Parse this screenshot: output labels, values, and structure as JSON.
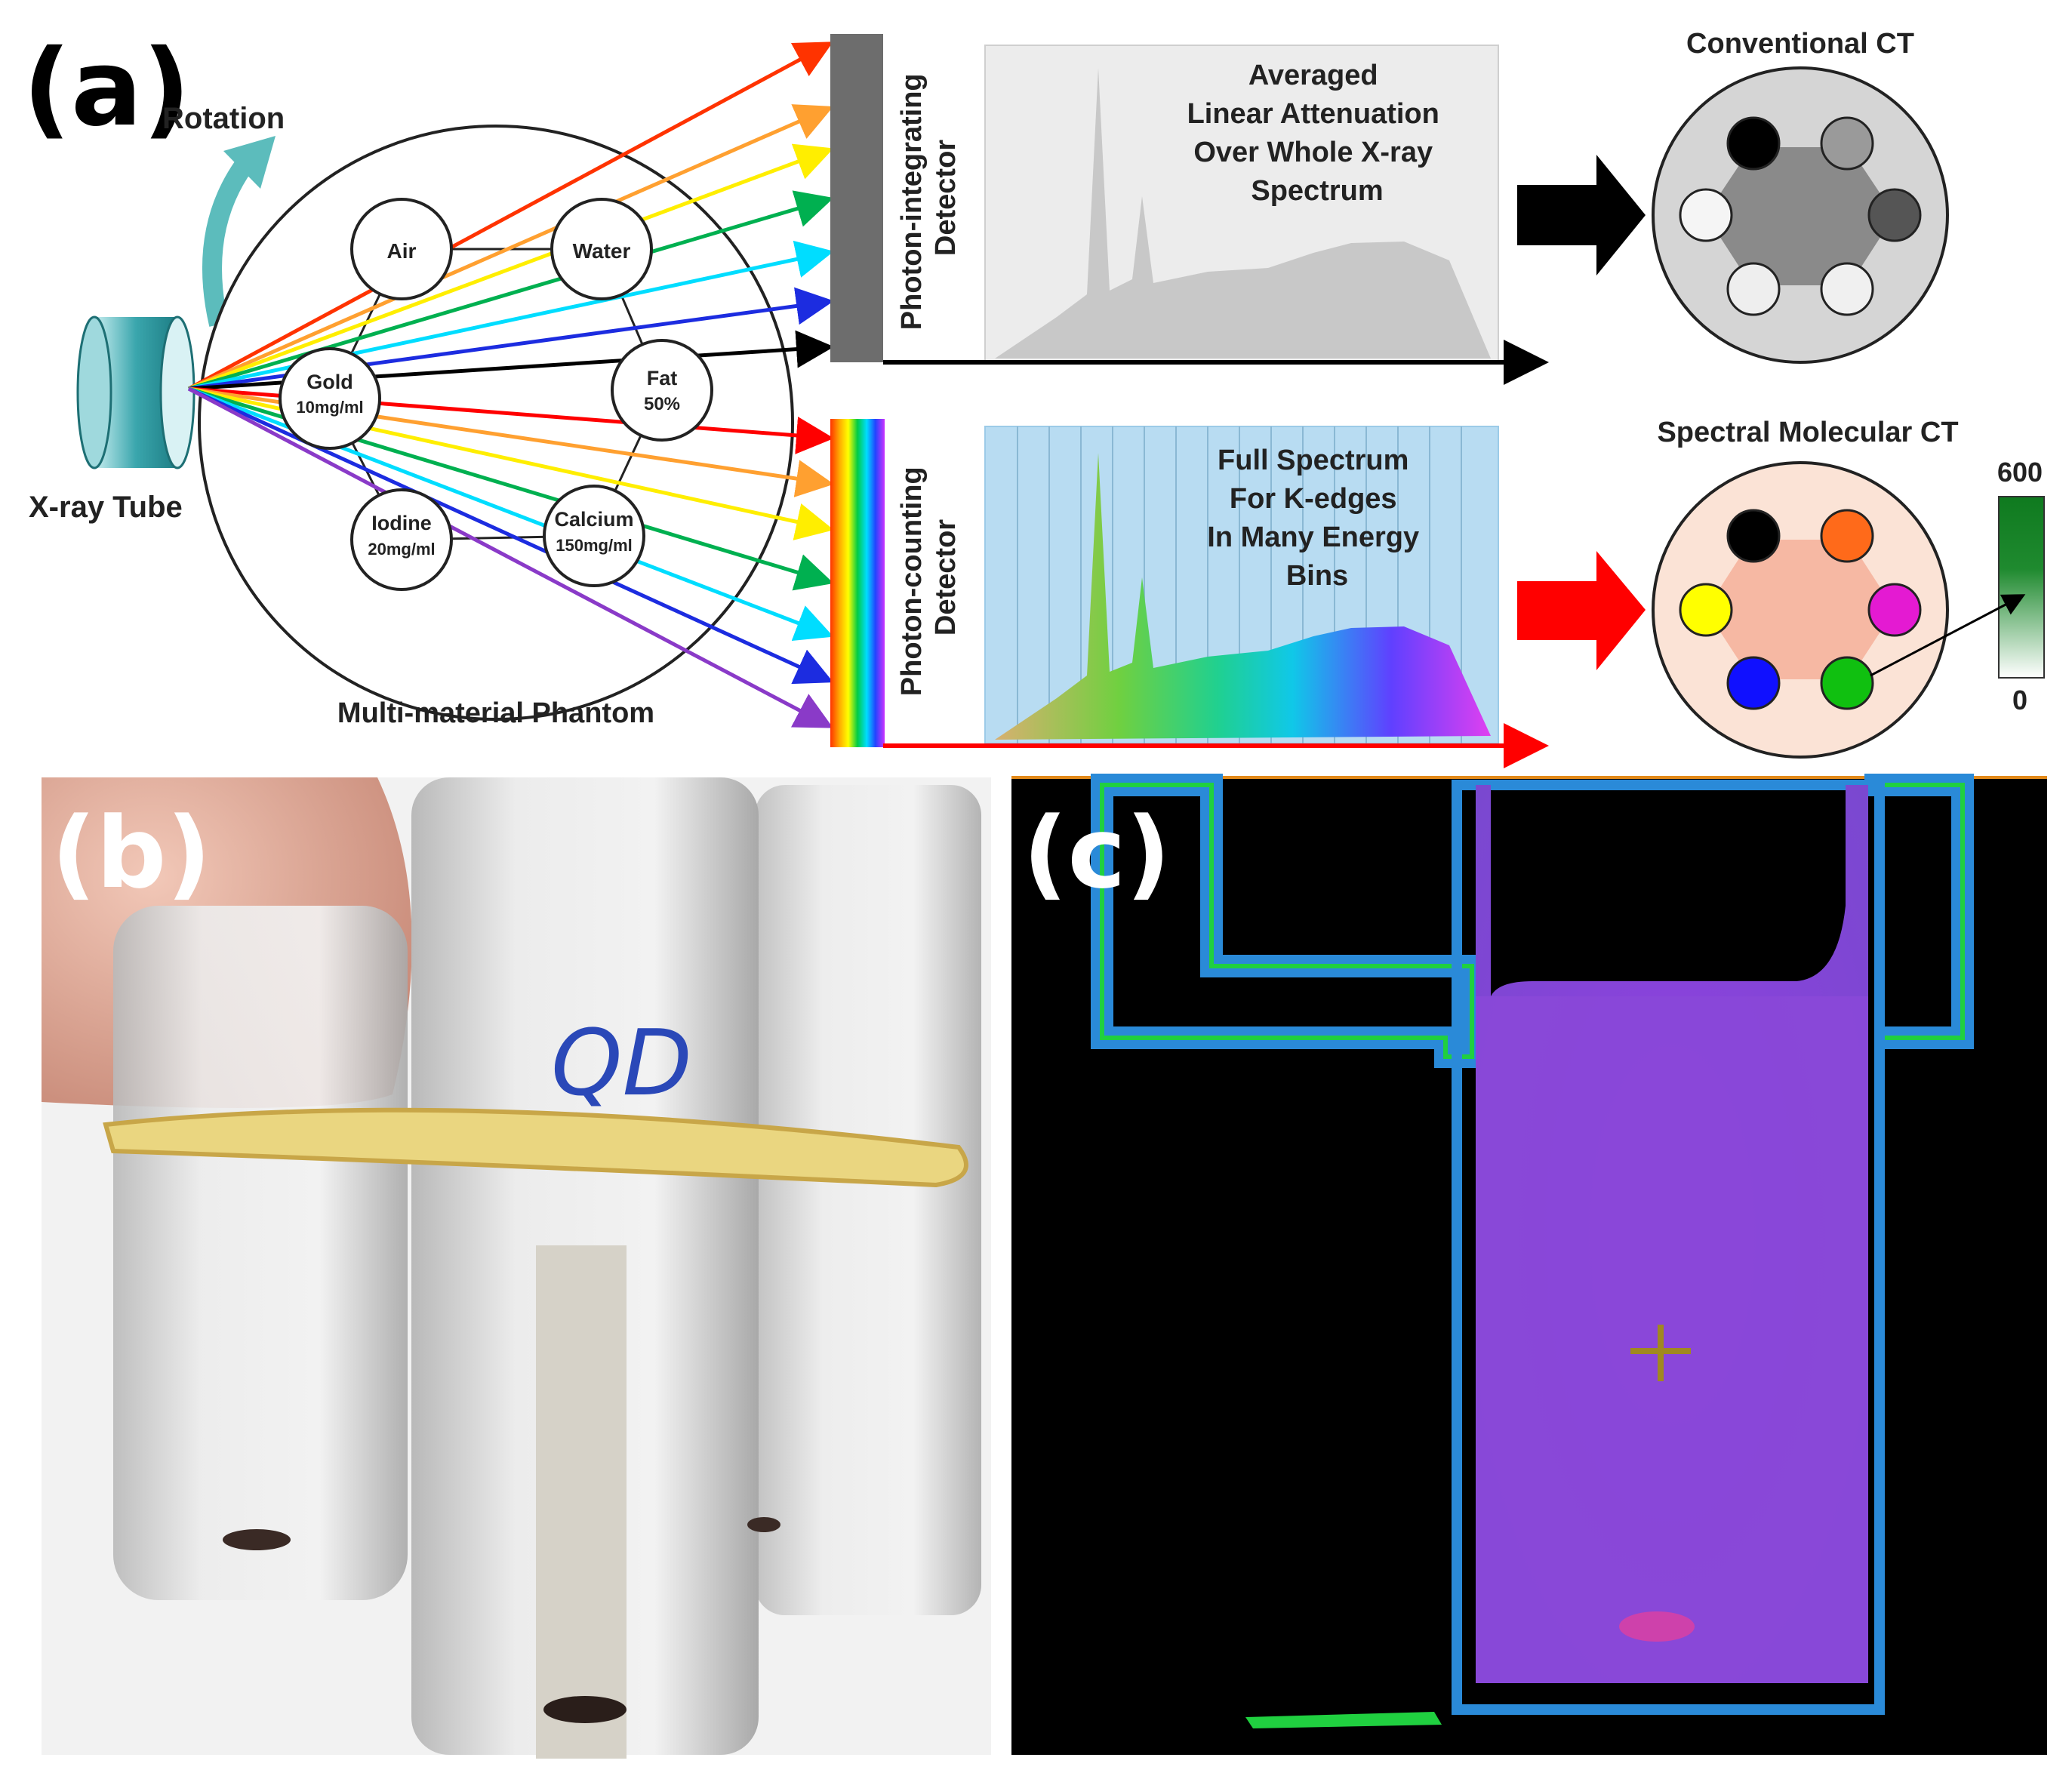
{
  "panel_a": {
    "letter": "(a)",
    "rotation_label": "Rotation",
    "xray_tube_label": "X-ray Tube",
    "phantom_label": "Multi-material Phantom",
    "materials": [
      {
        "name": "Air",
        "conc": ""
      },
      {
        "name": "Water",
        "conc": ""
      },
      {
        "name": "Gold",
        "conc": "10mg/ml"
      },
      {
        "name": "Fat",
        "conc": "50%"
      },
      {
        "name": "Iodine",
        "conc": "20mg/ml"
      },
      {
        "name": "Calcium",
        "conc": "150mg/ml"
      }
    ],
    "integrating_detector_lines": [
      "Photon-integrating",
      "Detector"
    ],
    "counting_detector_lines": [
      "Photon-counting",
      "Detector"
    ],
    "averaged_text": [
      "Averaged",
      "Linear Attenuation",
      "Over Whole X-ray",
      "Spectrum"
    ],
    "full_spectrum_text": [
      "Full Spectrum",
      "For K-edges",
      "In Many Energy",
      "Bins"
    ],
    "conventional_ct_title": "Conventional CT",
    "spectral_ct_title": "Spectral Molecular CT",
    "colorbar_max": "600",
    "colorbar_min": "0",
    "colors": {
      "tube": "#3aa6ad",
      "rotation_arrow": "#5cbcbc",
      "integrating_detector": "#6d6d6d",
      "conventional_arrow": "#000000",
      "spectral_arrow": "#ff0000",
      "colorbar_dark": "#0f7a1f"
    }
  },
  "panel_b": {
    "letter": "(b)",
    "tube_marking": "QD"
  },
  "panel_c": {
    "letter": "(c)"
  }
}
